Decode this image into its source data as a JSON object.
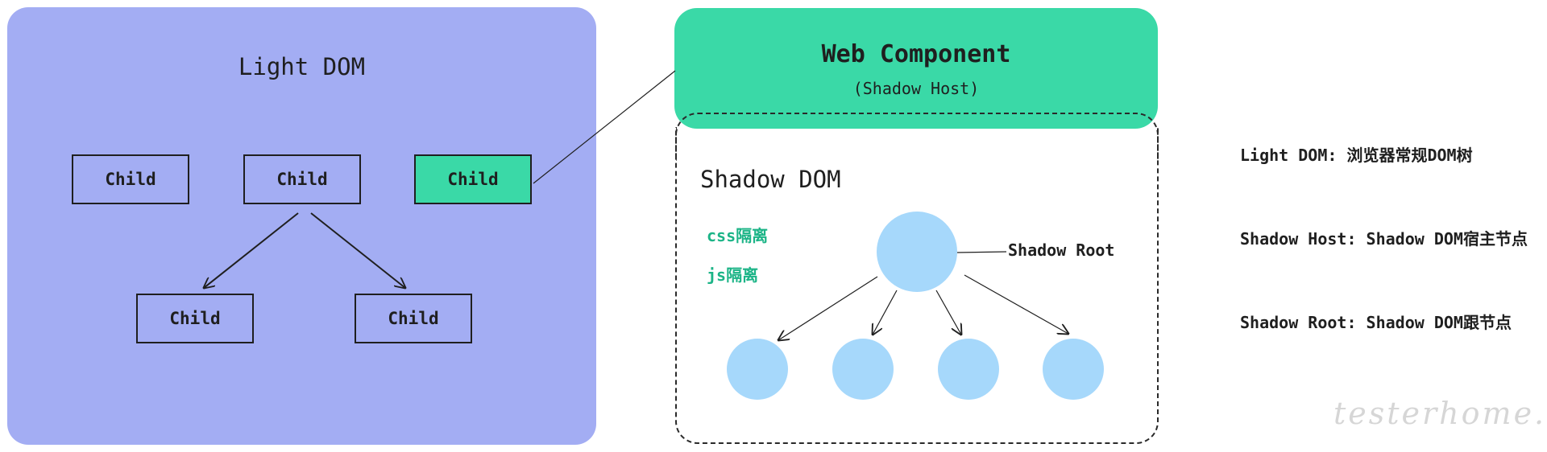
{
  "light_dom": {
    "title": "Light DOM",
    "child_label": "Child",
    "children": [
      "Child",
      "Child",
      "Child",
      "Child",
      "Child"
    ]
  },
  "web_component": {
    "title": "Web Component",
    "subtitle": "(Shadow Host)"
  },
  "shadow_dom": {
    "title": "Shadow DOM",
    "isolation": [
      "css隔离",
      "js隔离"
    ],
    "root_label": "Shadow Root"
  },
  "legend": [
    "Light DOM: 浏览器常规DOM树",
    "Shadow Host: Shadow DOM宿主节点",
    "Shadow Root: Shadow DOM跟节点"
  ],
  "watermark": "testerhome.com",
  "colors": {
    "light_panel": "#a3adf3",
    "component": "#3ad9a7",
    "node": "#a6d8fb",
    "isolation_text": "#1cb487"
  }
}
